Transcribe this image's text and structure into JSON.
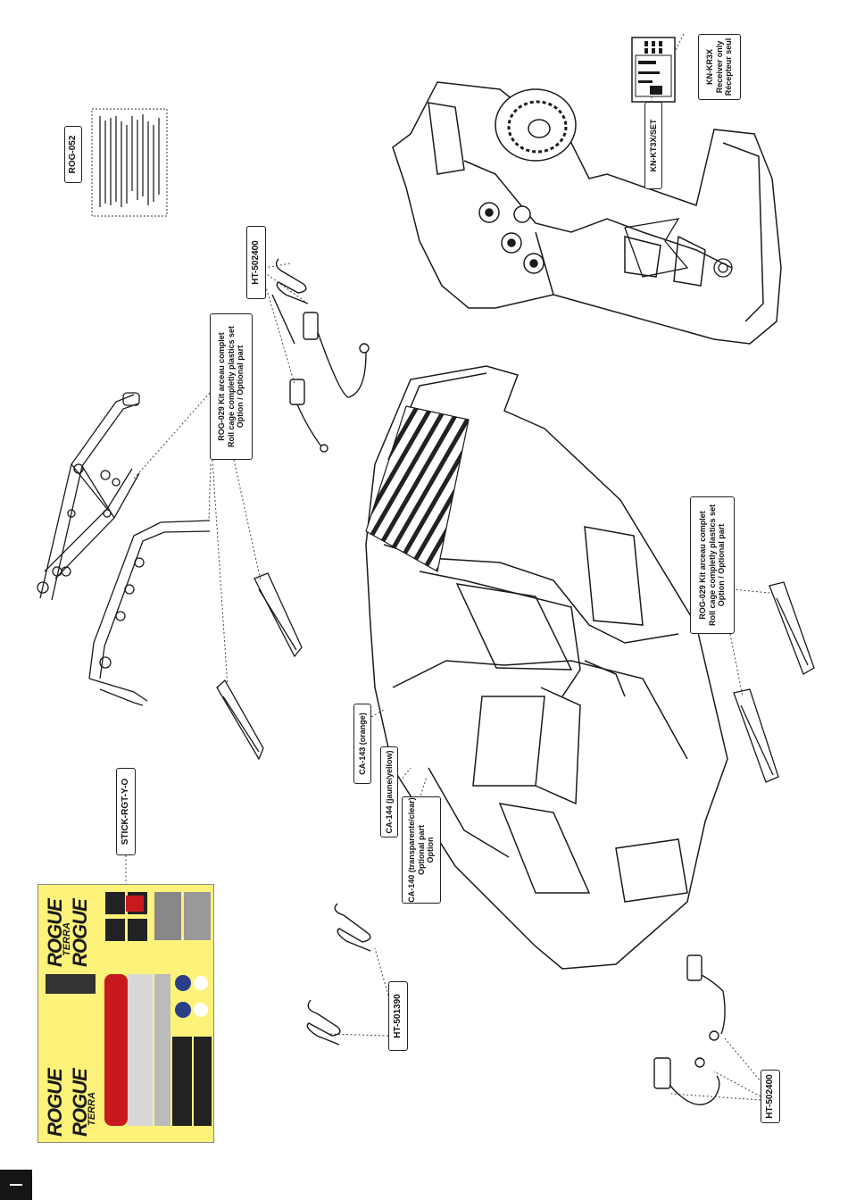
{
  "labels": {
    "rog052": "ROG-052",
    "stick": "STICK-RGT-Y-O",
    "ht502400_top": "HT-502400",
    "ht501390": "HT-501390",
    "ht502400_bottom": "HT-502400",
    "kt3x_set": "KN-KT3X/SET",
    "kr3x": {
      "line1": "KN-KR3X",
      "line2": "Receiver only",
      "line3": "Récepteur seul"
    },
    "rog029_left": {
      "line1": "ROG-029 Kit arceau complet",
      "line2": "Roll cage completly plastics set",
      "line3": "Option / Optional part"
    },
    "rog029_right": {
      "line1": "ROG-029 Kit arceau complet",
      "line2": "Roll cage completly plastics set",
      "line3": "Option / Optional part"
    },
    "ca143": "CA-143 (orange)",
    "ca144": "CA-144 (jaune/yellow)",
    "ca140": {
      "line1": "CA-140 (transparente/clear)",
      "line2": "Optional part",
      "line3": "Option"
    }
  },
  "decal": {
    "background_color": "#fdf27a",
    "logo_text": "ROGUE",
    "logo_subtext": "TERRA",
    "accent_red": "#c81a1e"
  },
  "colors": {
    "line": "#1a1a1a",
    "page_tab": "#151515"
  }
}
